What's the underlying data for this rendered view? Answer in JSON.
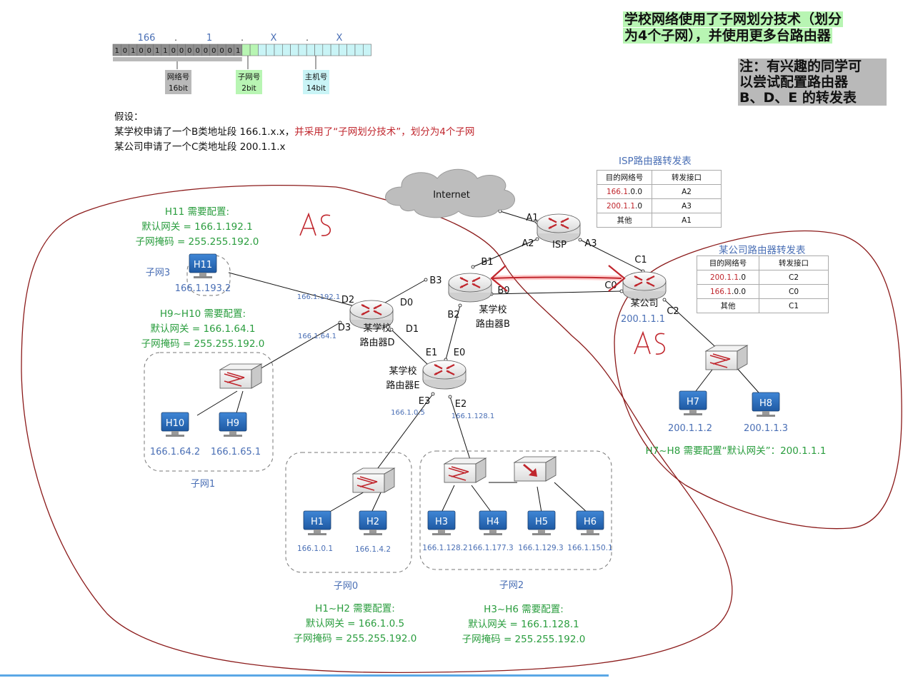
{
  "header": {
    "title_line1": "学校网络使用了子网划分技术（划分",
    "title_line2": "为4个子网），并使用更多台路由器",
    "note_line1": "注：有兴趣的同学可",
    "note_line2": "以尝试配置路由器",
    "note_line3": "B、D、E 的转发表"
  },
  "address_bar": {
    "octets": [
      "166",
      "1",
      "X",
      "X"
    ],
    "bits": [
      "1",
      "0",
      "1",
      "0",
      "0",
      "1",
      "1",
      "0",
      "0",
      "0",
      "0",
      "0",
      "0",
      "0",
      "0",
      "1"
    ],
    "net_label": "网络号",
    "net_bits": "16bit",
    "subnet_label": "子网号",
    "subnet_bits": "2bit",
    "host_label": "主机号",
    "host_bits": "14bit"
  },
  "assumption": {
    "line1": "假设：",
    "line2a": "某学校申请了一个B类地址段 166.1.x.x，",
    "line2b": "并采用了“子网划分技术”，划分为4个子网",
    "line3": "某公司申请了一个C类地址段 200.1.1.x"
  },
  "isp_table": {
    "caption": "ISP路由器转发表",
    "headers": [
      "目的网络号",
      "转发接口"
    ],
    "rows": [
      {
        "net_red": "166.1",
        "net_rest": ".0.0",
        "port": "A2"
      },
      {
        "net_red": "200.1.1",
        "net_rest": ".0",
        "port": "A3"
      },
      {
        "net_red": "",
        "net_rest": "其他",
        "port": "A1"
      }
    ]
  },
  "company_table": {
    "caption": "某公司路由器转发表",
    "headers": [
      "目的网络号",
      "转发接口"
    ],
    "rows": [
      {
        "net_red": "200.1.1",
        "net_rest": ".0",
        "port": "C2"
      },
      {
        "net_red": "166.1",
        "net_rest": ".0.0",
        "port": "C0"
      },
      {
        "net_red": "",
        "net_rest": "其他",
        "port": "C1"
      }
    ]
  },
  "internet": "Internet",
  "as_labels": [
    "AS",
    "AS"
  ],
  "routers": {
    "isp": {
      "name": "ISP",
      "ports": [
        "A1",
        "A2",
        "A3"
      ]
    },
    "company": {
      "name": "某公司",
      "ip": "200.1.1.1",
      "ports": [
        "C1",
        "C0",
        "C2"
      ]
    },
    "b": {
      "line1": "某学校",
      "line2": "路由器B",
      "ports": [
        "B1",
        "B3",
        "B0",
        "B2"
      ]
    },
    "d": {
      "line1": "某学校",
      "line2": "路由器D",
      "ports": [
        "D2",
        "D0",
        "D3",
        "D1"
      ],
      "ip_d2": "166.1.192.1",
      "ip_d3": "166.1.64.1"
    },
    "e": {
      "line1": "某学校",
      "line2": "路由器E",
      "ports": [
        "E1",
        "E0",
        "E3",
        "E2"
      ],
      "ip_e3": "166.1.0.5",
      "ip_e2": "166.1.128.1"
    }
  },
  "hosts": [
    {
      "name": "H11",
      "ip": "166.1.193.2"
    },
    {
      "name": "H10",
      "ip": "166.1.64.2"
    },
    {
      "name": "H9",
      "ip": "166.1.65.1"
    },
    {
      "name": "H1",
      "ip": "166.1.0.1"
    },
    {
      "name": "H2",
      "ip": "166.1.4.2"
    },
    {
      "name": "H3",
      "ip": "166.1.128.2"
    },
    {
      "name": "H4",
      "ip": "166.1.177.3"
    },
    {
      "name": "H5",
      "ip": "166.1.129.3"
    },
    {
      "name": "H6",
      "ip": "166.1.150.1"
    },
    {
      "name": "H7",
      "ip": "200.1.1.2"
    },
    {
      "name": "H8",
      "ip": "200.1.1.3"
    }
  ],
  "subnets": [
    "子网3",
    "子网1",
    "子网0",
    "子网2"
  ],
  "configs": {
    "h11": [
      "H11 需要配置:",
      "默认网关 = 166.1.192.1",
      "子网掩码 = 255.255.192.0"
    ],
    "h9h10": [
      "H9~H10 需要配置:",
      "默认网关 = 166.1.64.1",
      "子网掩码 = 255.255.192.0"
    ],
    "h1h2": [
      "H1~H2 需要配置:",
      "默认网关 = 166.1.0.5",
      "子网掩码 = 255.255.192.0"
    ],
    "h3h6": [
      "H3~H6 需要配置:",
      "默认网关 = 166.1.128.1",
      "子网掩码 = 255.255.192.0"
    ],
    "h7h8": "H7~H8 需要配置“默认网关”：200.1.1.1"
  },
  "colors": {
    "config_green": "#2a9d3e",
    "ip_blue": "#4a6fb5",
    "annotation_red": "#c0262d",
    "as_boundary": "#8b1a1a",
    "router_arrow": "#c0262d",
    "host_screen": "#2f6db4",
    "title_highlight": "#b8f5b3",
    "note_gray": "#b9b9b9"
  }
}
